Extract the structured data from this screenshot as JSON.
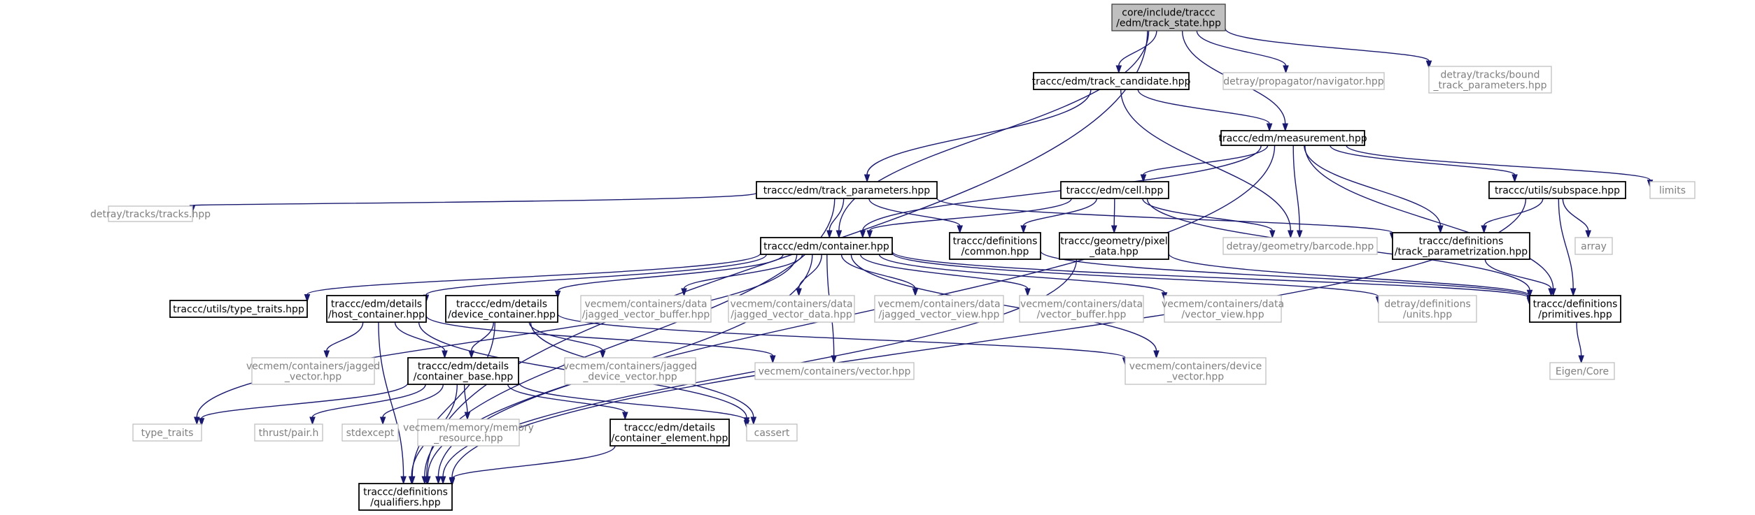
{
  "diagram": {
    "type": "include-dependency-graph",
    "colors": {
      "edge": "#191970",
      "root_fill": "#bfbfbf",
      "system_text": "#7f7f7f"
    },
    "nodes": [
      {
        "id": "track_state",
        "kind": "root",
        "lines": [
          "core/include/traccc",
          "/edm/track_state.hpp"
        ]
      },
      {
        "id": "track_candidate",
        "kind": "doc",
        "lines": [
          "traccc/edm/track_candidate.hpp"
        ]
      },
      {
        "id": "navigator",
        "kind": "sys",
        "lines": [
          "detray/propagator/navigator.hpp"
        ]
      },
      {
        "id": "bound_params",
        "kind": "sys",
        "lines": [
          "detray/tracks/bound",
          "_track_parameters.hpp"
        ]
      },
      {
        "id": "measurement",
        "kind": "doc",
        "lines": [
          "traccc/edm/measurement.hpp"
        ]
      },
      {
        "id": "track_parameters",
        "kind": "doc",
        "lines": [
          "traccc/edm/track_parameters.hpp"
        ]
      },
      {
        "id": "cell",
        "kind": "doc",
        "lines": [
          "traccc/edm/cell.hpp"
        ]
      },
      {
        "id": "subspace",
        "kind": "doc",
        "lines": [
          "traccc/utils/subspace.hpp"
        ]
      },
      {
        "id": "limits",
        "kind": "sys",
        "lines": [
          "limits"
        ]
      },
      {
        "id": "tracks",
        "kind": "sys",
        "lines": [
          "detray/tracks/tracks.hpp"
        ]
      },
      {
        "id": "container",
        "kind": "doc",
        "lines": [
          "traccc/edm/container.hpp"
        ]
      },
      {
        "id": "common",
        "kind": "doc",
        "lines": [
          "traccc/definitions",
          "/common.hpp"
        ]
      },
      {
        "id": "pixel_data",
        "kind": "doc",
        "lines": [
          "traccc/geometry/pixel",
          "_data.hpp"
        ]
      },
      {
        "id": "barcode",
        "kind": "sys",
        "lines": [
          "detray/geometry/barcode.hpp"
        ]
      },
      {
        "id": "track_param",
        "kind": "doc",
        "lines": [
          "traccc/definitions",
          "/track_parametrization.hpp"
        ]
      },
      {
        "id": "array",
        "kind": "sys",
        "lines": [
          "array"
        ]
      },
      {
        "id": "type_traits_utils",
        "kind": "doc",
        "lines": [
          "traccc/utils/type_traits.hpp"
        ]
      },
      {
        "id": "host_container",
        "kind": "doc",
        "lines": [
          "traccc/edm/details",
          "/host_container.hpp"
        ]
      },
      {
        "id": "device_container",
        "kind": "doc",
        "lines": [
          "traccc/edm/details",
          "/device_container.hpp"
        ]
      },
      {
        "id": "jv_buffer",
        "kind": "sys",
        "lines": [
          "vecmem/containers/data",
          "/jagged_vector_buffer.hpp"
        ]
      },
      {
        "id": "jv_data",
        "kind": "sys",
        "lines": [
          "vecmem/containers/data",
          "/jagged_vector_data.hpp"
        ]
      },
      {
        "id": "jv_view",
        "kind": "sys",
        "lines": [
          "vecmem/containers/data",
          "/jagged_vector_view.hpp"
        ]
      },
      {
        "id": "vector_buffer",
        "kind": "sys",
        "lines": [
          "vecmem/containers/data",
          "/vector_buffer.hpp"
        ]
      },
      {
        "id": "vector_view",
        "kind": "sys",
        "lines": [
          "vecmem/containers/data",
          "/vector_view.hpp"
        ]
      },
      {
        "id": "units",
        "kind": "sys",
        "lines": [
          "detray/definitions",
          "/units.hpp"
        ]
      },
      {
        "id": "primitives",
        "kind": "doc",
        "lines": [
          "traccc/definitions",
          "/primitives.hpp"
        ]
      },
      {
        "id": "jagged_vector",
        "kind": "sys",
        "lines": [
          "vecmem/containers/jagged",
          "_vector.hpp"
        ]
      },
      {
        "id": "container_base",
        "kind": "doc",
        "lines": [
          "traccc/edm/details",
          "/container_base.hpp"
        ]
      },
      {
        "id": "jagged_device_vector",
        "kind": "sys",
        "lines": [
          "vecmem/containers/jagged",
          "_device_vector.hpp"
        ]
      },
      {
        "id": "vecmem_vector",
        "kind": "sys",
        "lines": [
          "vecmem/containers/vector.hpp"
        ]
      },
      {
        "id": "device_vector",
        "kind": "sys",
        "lines": [
          "vecmem/containers/device",
          "_vector.hpp"
        ]
      },
      {
        "id": "eigen_core",
        "kind": "sys",
        "lines": [
          "Eigen/Core"
        ]
      },
      {
        "id": "type_traits",
        "kind": "sys",
        "lines": [
          "type_traits"
        ]
      },
      {
        "id": "thrust_pair",
        "kind": "sys",
        "lines": [
          "thrust/pair.h"
        ]
      },
      {
        "id": "stdexcept",
        "kind": "sys",
        "lines": [
          "stdexcept"
        ]
      },
      {
        "id": "memory_resource",
        "kind": "sys",
        "lines": [
          "vecmem/memory/memory",
          "_resource.hpp"
        ]
      },
      {
        "id": "container_element",
        "kind": "doc",
        "lines": [
          "traccc/edm/details",
          "/container_element.hpp"
        ]
      },
      {
        "id": "cassert",
        "kind": "sys",
        "lines": [
          "cassert"
        ]
      },
      {
        "id": "qualifiers",
        "kind": "doc",
        "lines": [
          "traccc/definitions",
          "/qualifiers.hpp"
        ]
      }
    ],
    "edges": [
      [
        "track_state",
        "track_candidate"
      ],
      [
        "track_state",
        "navigator"
      ],
      [
        "track_state",
        "bound_params"
      ],
      [
        "track_state",
        "measurement"
      ],
      [
        "track_state",
        "container"
      ],
      [
        "track_state",
        "qualifiers"
      ],
      [
        "track_candidate",
        "measurement"
      ],
      [
        "track_candidate",
        "track_parameters"
      ],
      [
        "track_candidate",
        "barcode"
      ],
      [
        "measurement",
        "cell"
      ],
      [
        "measurement",
        "subspace"
      ],
      [
        "measurement",
        "limits"
      ],
      [
        "measurement",
        "container"
      ],
      [
        "measurement",
        "barcode"
      ],
      [
        "measurement",
        "track_param"
      ],
      [
        "measurement",
        "primitives"
      ],
      [
        "measurement",
        "qualifiers"
      ],
      [
        "track_parameters",
        "tracks"
      ],
      [
        "track_parameters",
        "container"
      ],
      [
        "track_parameters",
        "common"
      ],
      [
        "track_parameters",
        "track_param"
      ],
      [
        "track_parameters",
        "qualifiers"
      ],
      [
        "cell",
        "container"
      ],
      [
        "cell",
        "common"
      ],
      [
        "cell",
        "pixel_data"
      ],
      [
        "cell",
        "barcode"
      ],
      [
        "cell",
        "primitives"
      ],
      [
        "subspace",
        "track_param"
      ],
      [
        "subspace",
        "array"
      ],
      [
        "subspace",
        "primitives"
      ],
      [
        "subspace",
        "qualifiers"
      ],
      [
        "container",
        "type_traits_utils"
      ],
      [
        "container",
        "host_container"
      ],
      [
        "container",
        "device_container"
      ],
      [
        "container",
        "jv_buffer"
      ],
      [
        "container",
        "jv_data"
      ],
      [
        "container",
        "jv_view"
      ],
      [
        "container",
        "vector_buffer"
      ],
      [
        "container",
        "vector_view"
      ],
      [
        "container",
        "units"
      ],
      [
        "container",
        "primitives"
      ],
      [
        "container",
        "vecmem_vector"
      ],
      [
        "container",
        "device_vector"
      ],
      [
        "container",
        "type_traits"
      ],
      [
        "container",
        "qualifiers"
      ],
      [
        "common",
        "primitives"
      ],
      [
        "pixel_data",
        "primitives"
      ],
      [
        "pixel_data",
        "qualifiers"
      ],
      [
        "track_param",
        "primitives"
      ],
      [
        "primitives",
        "eigen_core"
      ],
      [
        "host_container",
        "jagged_vector"
      ],
      [
        "host_container",
        "container_base"
      ],
      [
        "host_container",
        "vecmem_vector"
      ],
      [
        "host_container",
        "cassert"
      ],
      [
        "host_container",
        "qualifiers"
      ],
      [
        "device_container",
        "container_base"
      ],
      [
        "device_container",
        "jagged_device_vector"
      ],
      [
        "device_container",
        "device_vector"
      ],
      [
        "device_container",
        "cassert"
      ],
      [
        "device_container",
        "qualifiers"
      ],
      [
        "container_base",
        "type_traits"
      ],
      [
        "container_base",
        "thrust_pair"
      ],
      [
        "container_base",
        "stdexcept"
      ],
      [
        "container_base",
        "memory_resource"
      ],
      [
        "container_base",
        "container_element"
      ],
      [
        "container_base",
        "cassert"
      ],
      [
        "container_base",
        "qualifiers"
      ],
      [
        "container_element",
        "qualifiers"
      ]
    ]
  }
}
